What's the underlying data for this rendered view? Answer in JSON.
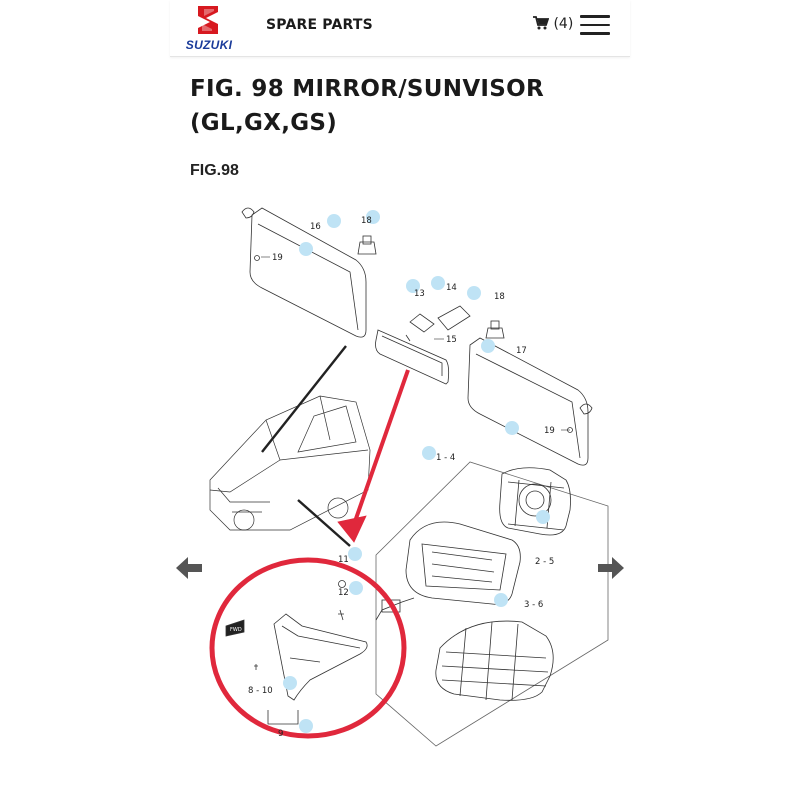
{
  "header": {
    "brand": "SUZUKI",
    "nav_title": "SPARE PARTS",
    "cart_count": "(4)"
  },
  "page": {
    "title_line1": "FIG. 98 MIRROR/SUNVISOR",
    "title_line2": "(GL,GX,GS)",
    "figure_label": "FIG.98"
  },
  "diagram": {
    "callouts": {
      "c16": "16",
      "c18a": "18",
      "c19a": "19",
      "c13": "13",
      "c14": "14",
      "c18b": "18",
      "c15": "15",
      "c17": "17",
      "c19b": "19",
      "c1_4": "1 - 4",
      "c2_5": "2 - 5",
      "c3_6": "3 - 6",
      "c11": "11",
      "c12": "12",
      "c8_10": "8 - 10",
      "c9": "9"
    },
    "fwd_tag": "FWD"
  },
  "colors": {
    "brand_red": "#d71920",
    "brand_blue": "#1a3b9a",
    "highlight_red": "#e0283c",
    "hotspot_blue": "#bfe3f5",
    "nav_arrow": "#555555"
  },
  "icons": {
    "cart": "cart-icon",
    "menu": "hamburger-menu-icon",
    "prev": "arrow-left-icon",
    "next": "arrow-right-icon"
  }
}
